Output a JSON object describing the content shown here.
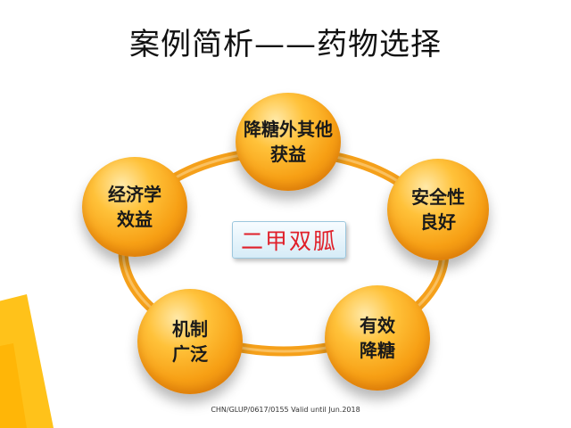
{
  "title": "案例简析——药物选择",
  "center": {
    "label": "二甲双胍"
  },
  "nodes": [
    {
      "id": "top",
      "lines": [
        "降糖外其他",
        "获益"
      ]
    },
    {
      "id": "right",
      "lines": [
        "安全性",
        "良好"
      ]
    },
    {
      "id": "bottom-right",
      "lines": [
        "有效",
        "降糖"
      ]
    },
    {
      "id": "bottom-left",
      "lines": [
        "机制",
        "广泛"
      ]
    },
    {
      "id": "left",
      "lines": [
        "经济学",
        "效益"
      ]
    }
  ],
  "footer": "CHN/GLUP/0617/0155    Valid until Jun.2018",
  "colors": {
    "ring": "#f5a01a",
    "node": "#f7a015",
    "center_text": "#e0202a",
    "corner_shape": "#ffc21a"
  }
}
